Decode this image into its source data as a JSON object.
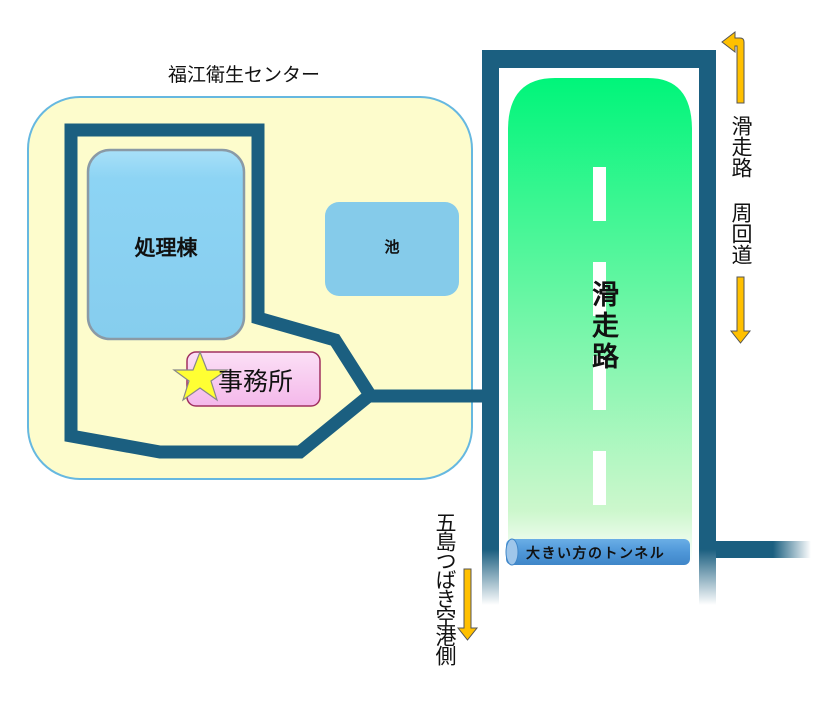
{
  "map": {
    "facility_title": "福江衛生センター",
    "buildings": {
      "processing": "処理棟",
      "pond": "池",
      "office": "事務所"
    },
    "runway": {
      "label": "滑走路",
      "tunnel_label": "大きい方のトンネル"
    },
    "directions": {
      "perimeter_road": "滑走路 周回道",
      "airport_side": "五島つばき空港側"
    },
    "colors": {
      "road": "#1b5f80",
      "facility_fill": "#fdfccc",
      "facility_border": "#66b8e0",
      "building_fill": "#8dd4f4",
      "pond_fill": "#85cbea",
      "office_fill": "#f8c8f0",
      "runway_top": "#00f57a",
      "runway_bottom": "#ccf7cc",
      "tunnel_fill": "#4f97d8",
      "arrow": "#ffc000",
      "star": "#ffff33"
    }
  }
}
